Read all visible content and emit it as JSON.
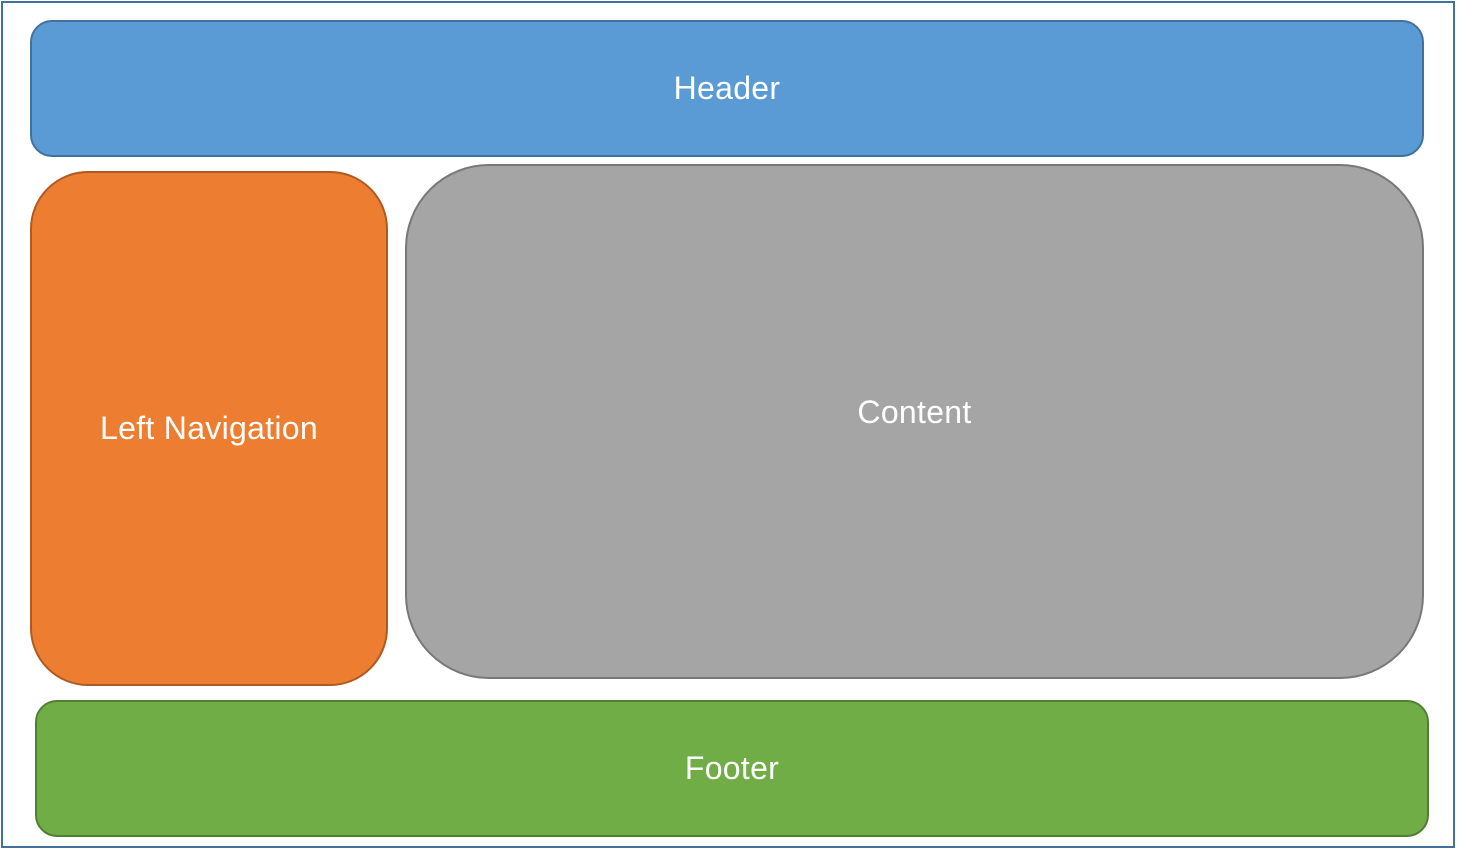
{
  "blocks": {
    "header": {
      "label": "Header",
      "color": "#5b9bd5"
    },
    "left_nav": {
      "label": "Left Navigation",
      "color": "#ed7d31"
    },
    "content": {
      "label": "Content",
      "color": "#a5a5a5"
    },
    "footer": {
      "label": "Footer",
      "color": "#70ad47"
    }
  },
  "frame_border_color": "#41719c"
}
